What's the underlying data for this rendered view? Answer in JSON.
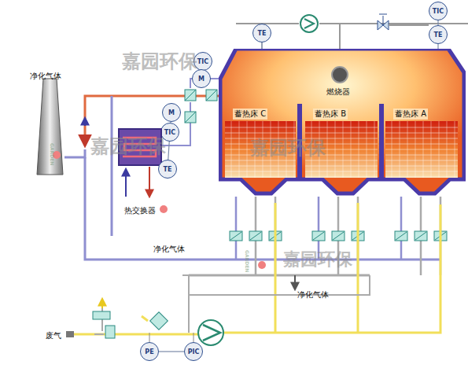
{
  "diagram": {
    "nodes": [
      {
        "text": [
          "TIC"
        ]
      },
      {
        "text": [
          "TE"
        ]
      },
      {
        "text": [
          "TE"
        ]
      },
      {
        "text": [
          "TIC"
        ]
      },
      {
        "text": [
          "M"
        ]
      },
      {
        "text": [
          "燃烧器"
        ]
      },
      {
        "text": [
          "蓄热床 C"
        ],
        "in": 5
      },
      {
        "text": [
          "蓄热床 B"
        ],
        "in": 5
      },
      {
        "text": [
          "蓄热床 A"
        ],
        "in": 5
      },
      {
        "text": [
          "M"
        ]
      },
      {
        "text": [
          "TIC"
        ]
      },
      {
        "text": [
          "热交换器"
        ]
      },
      {
        "text": [
          "TE"
        ]
      },
      {
        "text": [
          "PE"
        ]
      },
      {
        "text": [
          "PIC"
        ]
      }
    ],
    "edges": [
      {
        "from": 0,
        "to": 2,
        "arrow": "none"
      },
      {
        "from": 1,
        "to": 5,
        "arrow": "none"
      },
      {
        "from": 2,
        "to": 5,
        "arrow": "none"
      },
      {
        "from": 3,
        "to": 4,
        "arrow": "none"
      },
      {
        "from": 9,
        "to": 10,
        "arrow": "none"
      },
      {
        "from": 10,
        "to": 12,
        "arrow": "none"
      },
      {
        "from": 13,
        "to": 14,
        "arrow": "none"
      }
    ],
    "labels": [
      "净化气体",
      "净化气体",
      "净化气体",
      "废气",
      "嘉园环保",
      "嘉园环保",
      "嘉园环保",
      "嘉园环保",
      "GARDEN",
      "GARDEN"
    ]
  }
}
